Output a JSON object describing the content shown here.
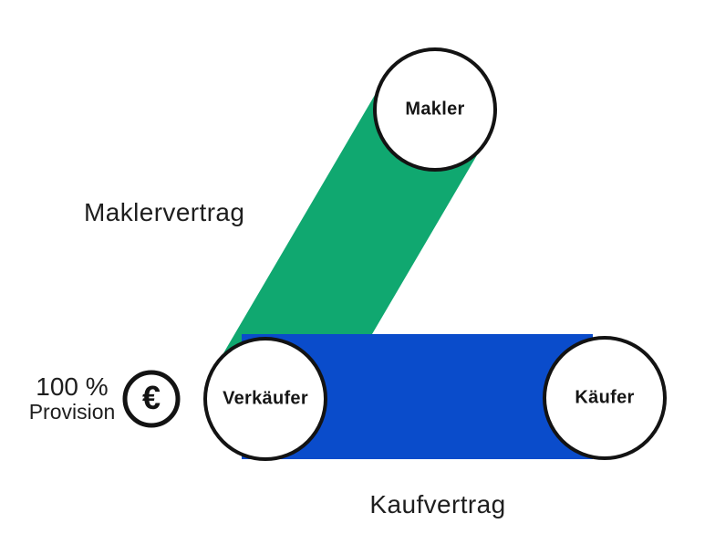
{
  "diagram": {
    "title_context": "broker-seller-buyer-contract-diagram",
    "nodes": {
      "makler": {
        "label": "Makler"
      },
      "verkaeufer": {
        "label": "Verkäufer"
      },
      "kaeufer": {
        "label": "Käufer"
      }
    },
    "edges": {
      "maklervertrag": {
        "label": "Maklervertrag",
        "from": "Makler",
        "to": "Verkäufer"
      },
      "kaufvertrag": {
        "label": "Kaufvertrag",
        "from": "Verkäufer",
        "to": "Käufer"
      }
    },
    "provision": {
      "line1": "100 %",
      "line2": "Provision",
      "euro_symbol": "€",
      "icon": "euro-circle-icon"
    }
  },
  "colors": {
    "maklervertrag_green": "#10a870",
    "kaufvertrag_blue": "#0a4ccb",
    "outline": "#131313",
    "text": "#1e1e1e"
  }
}
